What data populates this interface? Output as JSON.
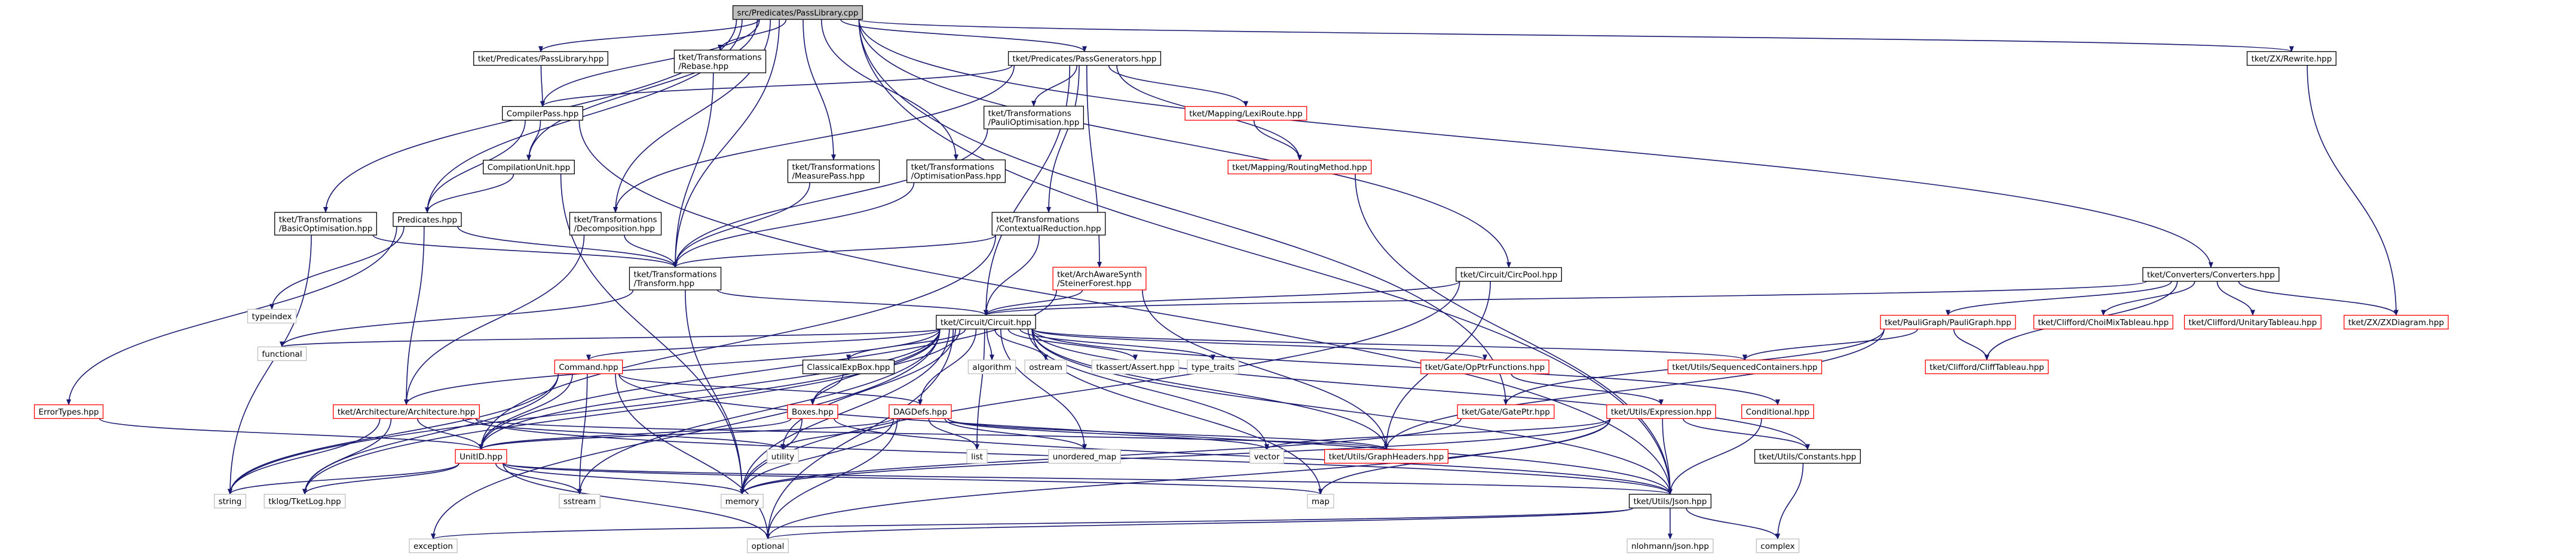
{
  "colors": {
    "edge": "#191970",
    "border_default": "#000000",
    "border_gray": "#bfbfbf",
    "border_red": "#ff0000",
    "root_fill": "#bfbfbf",
    "text": "#000000"
  },
  "nodes": [
    {
      "id": "root",
      "lines": [
        "src/Predicates/PassLibrary.cpp"
      ],
      "style": "root"
    },
    {
      "id": "predPassLib",
      "lines": [
        "tket/Predicates/PassLibrary.hpp"
      ],
      "style": "default"
    },
    {
      "id": "transRebase",
      "lines": [
        "tket/Transformations",
        "/Rebase.hpp"
      ],
      "style": "default"
    },
    {
      "id": "passGen",
      "lines": [
        "tket/Predicates/PassGenerators.hpp"
      ],
      "style": "default"
    },
    {
      "id": "zxRewrite",
      "lines": [
        "tket/ZX/Rewrite.hpp"
      ],
      "style": "default"
    },
    {
      "id": "compilerPass",
      "lines": [
        "CompilerPass.hpp"
      ],
      "style": "default"
    },
    {
      "id": "transPauliOpt",
      "lines": [
        "tket/Transformations",
        "/PauliOptimisation.hpp"
      ],
      "style": "default"
    },
    {
      "id": "lexiRoute",
      "lines": [
        "tket/Mapping/LexiRoute.hpp"
      ],
      "style": "red"
    },
    {
      "id": "compUnit",
      "lines": [
        "CompilationUnit.hpp"
      ],
      "style": "default"
    },
    {
      "id": "transMeasure",
      "lines": [
        "tket/Transformations",
        "/MeasurePass.hpp"
      ],
      "style": "default"
    },
    {
      "id": "transOptPass",
      "lines": [
        "tket/Transformations",
        "/OptimisationPass.hpp"
      ],
      "style": "default"
    },
    {
      "id": "routingMethod",
      "lines": [
        "tket/Mapping/RoutingMethod.hpp"
      ],
      "style": "red"
    },
    {
      "id": "transBasicOpt",
      "lines": [
        "tket/Transformations",
        "/BasicOptimisation.hpp"
      ],
      "style": "default"
    },
    {
      "id": "predicates",
      "lines": [
        "Predicates.hpp"
      ],
      "style": "default"
    },
    {
      "id": "transDecomp",
      "lines": [
        "tket/Transformations",
        "/Decomposition.hpp"
      ],
      "style": "default"
    },
    {
      "id": "transContextual",
      "lines": [
        "tket/Transformations",
        "/ContextualReduction.hpp"
      ],
      "style": "default"
    },
    {
      "id": "transTransform",
      "lines": [
        "tket/Transformations",
        "/Transform.hpp"
      ],
      "style": "default"
    },
    {
      "id": "archSteiner",
      "lines": [
        "tket/ArchAwareSynth",
        "/SteinerForest.hpp"
      ],
      "style": "red"
    },
    {
      "id": "circPool",
      "lines": [
        "tket/Circuit/CircPool.hpp"
      ],
      "style": "default"
    },
    {
      "id": "convConverters",
      "lines": [
        "tket/Converters/Converters.hpp"
      ],
      "style": "default"
    },
    {
      "id": "typeindex",
      "lines": [
        "typeindex"
      ],
      "style": "gray"
    },
    {
      "id": "circCircuit",
      "lines": [
        "tket/Circuit/Circuit.hpp"
      ],
      "style": "default"
    },
    {
      "id": "pauliGraph",
      "lines": [
        "tket/PauliGraph/PauliGraph.hpp"
      ],
      "style": "red"
    },
    {
      "id": "cliffChoiMix",
      "lines": [
        "tket/Clifford/ChoiMixTableau.hpp"
      ],
      "style": "red"
    },
    {
      "id": "cliffUnitary",
      "lines": [
        "tket/Clifford/UnitaryTableau.hpp"
      ],
      "style": "red"
    },
    {
      "id": "zxDiagram",
      "lines": [
        "tket/ZX/ZXDiagram.hpp"
      ],
      "style": "red"
    },
    {
      "id": "functional",
      "lines": [
        "functional"
      ],
      "style": "gray"
    },
    {
      "id": "command",
      "lines": [
        "Command.hpp"
      ],
      "style": "red"
    },
    {
      "id": "classicalExpBox",
      "lines": [
        "ClassicalExpBox.hpp"
      ],
      "style": "default"
    },
    {
      "id": "algorithm",
      "lines": [
        "algorithm"
      ],
      "style": "gray"
    },
    {
      "id": "ostream",
      "lines": [
        "ostream"
      ],
      "style": "gray"
    },
    {
      "id": "tkassert",
      "lines": [
        "tkassert/Assert.hpp"
      ],
      "style": "gray"
    },
    {
      "id": "typeTraits",
      "lines": [
        "type_traits"
      ],
      "style": "gray"
    },
    {
      "id": "opPtrFunctions",
      "lines": [
        "tket/Gate/OpPtrFunctions.hpp"
      ],
      "style": "red"
    },
    {
      "id": "seqContainers",
      "lines": [
        "tket/Utils/SequencedContainers.hpp"
      ],
      "style": "red"
    },
    {
      "id": "cliffTableau",
      "lines": [
        "tket/Clifford/CliffTableau.hpp"
      ],
      "style": "red"
    },
    {
      "id": "errorTypes",
      "lines": [
        "ErrorTypes.hpp"
      ],
      "style": "red"
    },
    {
      "id": "archArch",
      "lines": [
        "tket/Architecture/Architecture.hpp"
      ],
      "style": "red"
    },
    {
      "id": "boxes",
      "lines": [
        "Boxes.hpp"
      ],
      "style": "red"
    },
    {
      "id": "dagDefs",
      "lines": [
        "DAGDefs.hpp"
      ],
      "style": "red"
    },
    {
      "id": "gatePtr",
      "lines": [
        "tket/Gate/GatePtr.hpp"
      ],
      "style": "red"
    },
    {
      "id": "utilsExpression",
      "lines": [
        "tket/Utils/Expression.hpp"
      ],
      "style": "red"
    },
    {
      "id": "conditional",
      "lines": [
        "Conditional.hpp"
      ],
      "style": "red"
    },
    {
      "id": "utility",
      "lines": [
        "utility"
      ],
      "style": "gray"
    },
    {
      "id": "unorderedMap",
      "lines": [
        "unordered_map"
      ],
      "style": "gray"
    },
    {
      "id": "vector",
      "lines": [
        "vector"
      ],
      "style": "gray"
    },
    {
      "id": "unitID",
      "lines": [
        "UnitID.hpp"
      ],
      "style": "red"
    },
    {
      "id": "list",
      "lines": [
        "list"
      ],
      "style": "gray"
    },
    {
      "id": "graphHeaders",
      "lines": [
        "tket/Utils/GraphHeaders.hpp"
      ],
      "style": "red"
    },
    {
      "id": "utilsConstants",
      "lines": [
        "tket/Utils/Constants.hpp"
      ],
      "style": "default"
    },
    {
      "id": "string",
      "lines": [
        "string"
      ],
      "style": "gray"
    },
    {
      "id": "tklog",
      "lines": [
        "tklog/TketLog.hpp"
      ],
      "style": "gray"
    },
    {
      "id": "sstream",
      "lines": [
        "sstream"
      ],
      "style": "gray"
    },
    {
      "id": "memory",
      "lines": [
        "memory"
      ],
      "style": "gray"
    },
    {
      "id": "map",
      "lines": [
        "map"
      ],
      "style": "gray"
    },
    {
      "id": "utilsJson",
      "lines": [
        "tket/Utils/Json.hpp"
      ],
      "style": "default"
    },
    {
      "id": "exception",
      "lines": [
        "exception"
      ],
      "style": "gray"
    },
    {
      "id": "optional",
      "lines": [
        "optional"
      ],
      "style": "gray"
    },
    {
      "id": "nlohmann",
      "lines": [
        "nlohmann/json.hpp"
      ],
      "style": "gray"
    },
    {
      "id": "complex",
      "lines": [
        "complex"
      ],
      "style": "gray"
    }
  ]
}
